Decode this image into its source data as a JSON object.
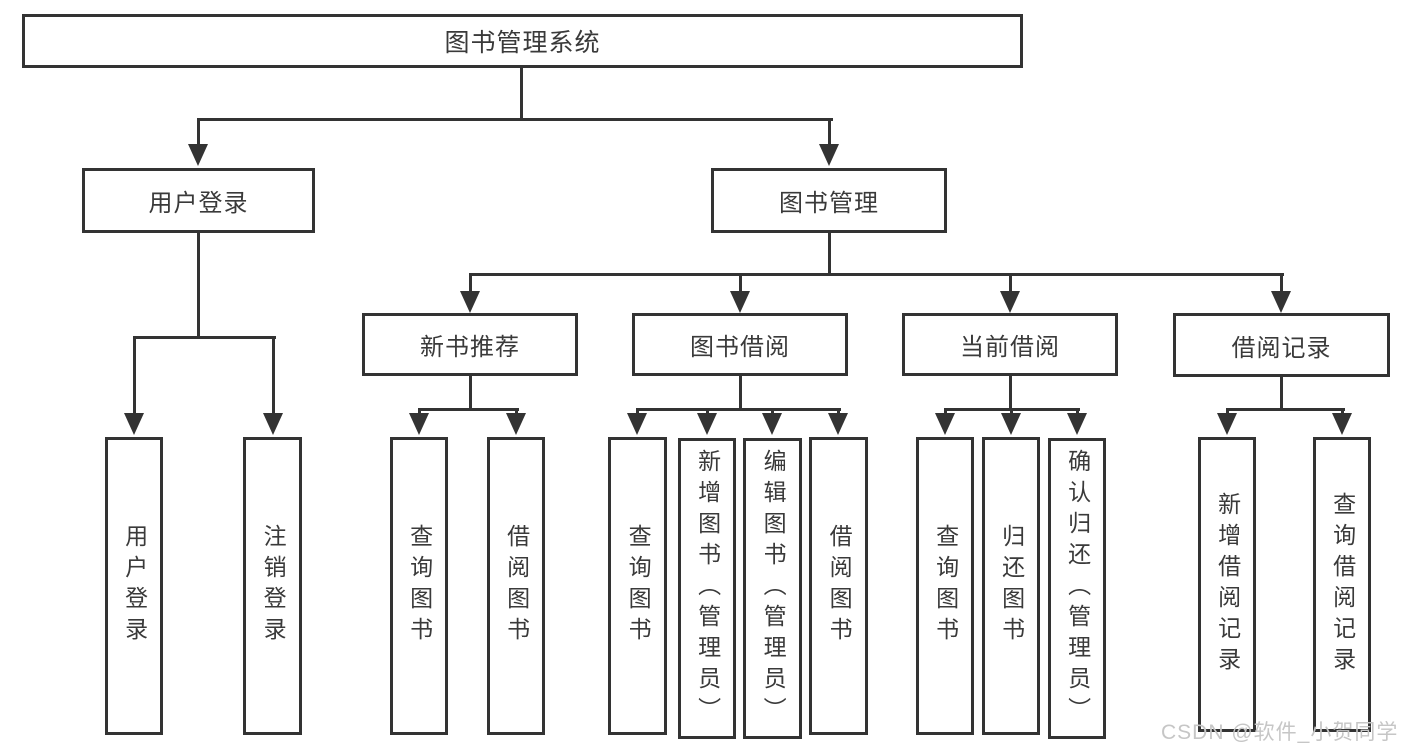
{
  "title": "图书管理系统",
  "watermark": "CSDN @软件_小贺同学",
  "colors": {
    "line": "#333333",
    "text": "#3a3a3a",
    "background": "#ffffff",
    "watermark": "#c6c6c6"
  },
  "labels": {
    "root": "图书管理系统",
    "user_login": "用户登录",
    "book_mgmt": "图书管理",
    "new_book_rec": "新书推荐",
    "book_borrow": "图书借阅",
    "current_borrow": "当前借阅",
    "borrow_records": "借阅记录",
    "leaf_user_login": "用户登录",
    "leaf_logout": "注销登录",
    "leaf_query_book_1": "查询图书",
    "leaf_borrow_book_1": "借阅图书",
    "leaf_query_book_2": "查询图书",
    "leaf_add_book": "新增图书（管理员）",
    "leaf_edit_book": "编辑图书（管理员）",
    "leaf_borrow_book_2": "借阅图书",
    "leaf_query_book_3": "查询图书",
    "leaf_return_book": "归还图书",
    "leaf_confirm_return": "确认归还（管理员）",
    "leaf_add_record": "新增借阅记录",
    "leaf_query_record": "查询借阅记录"
  }
}
